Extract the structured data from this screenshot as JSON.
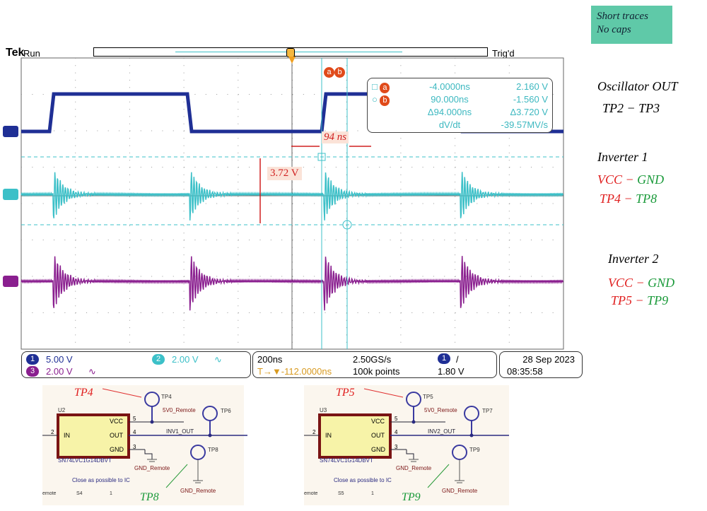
{
  "note": {
    "line1": "Short traces",
    "line2": "No caps"
  },
  "scope": {
    "brand": "Tek",
    "state": "Run",
    "trigger_state": "Trig'd",
    "cursor_labels": {
      "a": "a",
      "b": "b"
    },
    "readout": {
      "a_time": "-4.0000ns",
      "a_volt": "2.160 V",
      "b_time": "90.000ns",
      "b_volt": "-1.560 V",
      "d_time": "Δ94.000ns",
      "d_volt": "Δ3.720 V",
      "dvdt_label": "dV/dt",
      "dvdt": "-39.57MV/s"
    },
    "annot": {
      "dt": "94 ns",
      "dv": "3.72 V"
    },
    "channels": [
      {
        "num": "1",
        "scale": "5.00 V",
        "color": "#1f2f95"
      },
      {
        "num": "2",
        "scale": "2.00 V",
        "color": "#3cc0c8"
      },
      {
        "num": "3",
        "scale": "2.00 V",
        "color": "#8a1f8f"
      }
    ],
    "bw_icon": "∿",
    "timebase": "200ns",
    "sample_rate": "2.50GS/s",
    "trigger_pos": "T→▼-112.0000ns",
    "record": "100k points",
    "trig_src": "1",
    "trig_slope": "/",
    "trig_level": "1.80 V",
    "date": "28 Sep  2023",
    "time": "08:35:58"
  },
  "labels": {
    "osc_title": "Oscillator OUT",
    "osc_tp": "TP2  − TP3",
    "inv1_title": "Inverter 1",
    "inv1_vcc": "VCC",
    "inv1_gnd": "GND",
    "inv1_tpa": "TP4",
    "inv1_tpb": "TP8",
    "inv2_title": "Inverter 2",
    "inv2_vcc": "VCC",
    "inv2_gnd": "GND",
    "inv2_tpa": "TP5",
    "inv2_tpb": "TP9",
    "dash": "−"
  },
  "schematics": [
    {
      "ref": "U2",
      "part": "SN74LVC1G14DBVT",
      "vcc": "VCC",
      "out": "OUT",
      "gnd": "GND",
      "in": "IN",
      "p5": "5",
      "p4": "4",
      "p3": "3",
      "p2": "2",
      "tp_top": "TP4",
      "tp_out": "TP6",
      "tp_gnd": "TP8",
      "net_vcc": "5V0_Remote",
      "net_out": "INV1_OUT",
      "net_gnd": "GND_Remote",
      "net_gnd2": "GND_Remote",
      "note": "Close as possible to IC",
      "frag1": "emote",
      "frag2": "S4",
      "frag3": "1",
      "callout_a": "TP4",
      "callout_b": "TP8"
    },
    {
      "ref": "U3",
      "part": "SN74LVC1G14DBVT",
      "vcc": "VCC",
      "out": "OUT",
      "gnd": "GND",
      "in": "IN",
      "p5": "5",
      "p4": "4",
      "p3": "3",
      "p2": "2",
      "tp_top": "TP5",
      "tp_out": "TP7",
      "tp_gnd": "TP9",
      "net_vcc": "5V0_Remote",
      "net_out": "INV2_OUT",
      "net_gnd": "GND_Remote",
      "net_gnd2": "GND_Remote",
      "note": "Close as possible to IC",
      "frag1": "emote",
      "frag2": "S5",
      "frag3": "1",
      "callout_a": "TP5",
      "callout_b": "TP9"
    }
  ]
}
